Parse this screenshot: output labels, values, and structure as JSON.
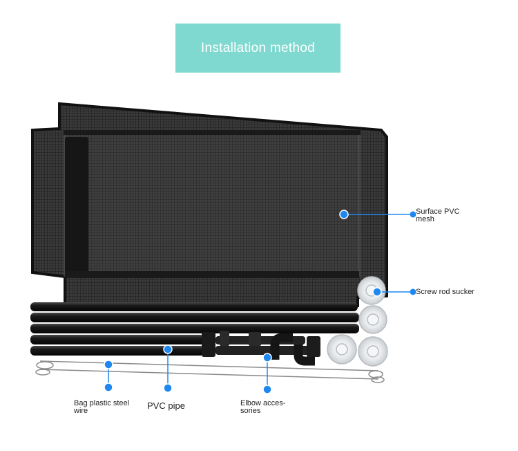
{
  "header": {
    "title": "Installation method"
  },
  "labels": {
    "surface_mesh": "Surface PVC mesh",
    "screw_rod_sucker": "Screw rod sucker",
    "bag_wire": "Bag plastic steel wire",
    "pvc_pipe": "PVC pipe",
    "elbow_accessories": "Elbow acces-sories"
  },
  "colors": {
    "accent": "#7fd9d1",
    "marker": "#1e88f0",
    "mesh": "#2a2a2a",
    "pipe": "#141414"
  }
}
